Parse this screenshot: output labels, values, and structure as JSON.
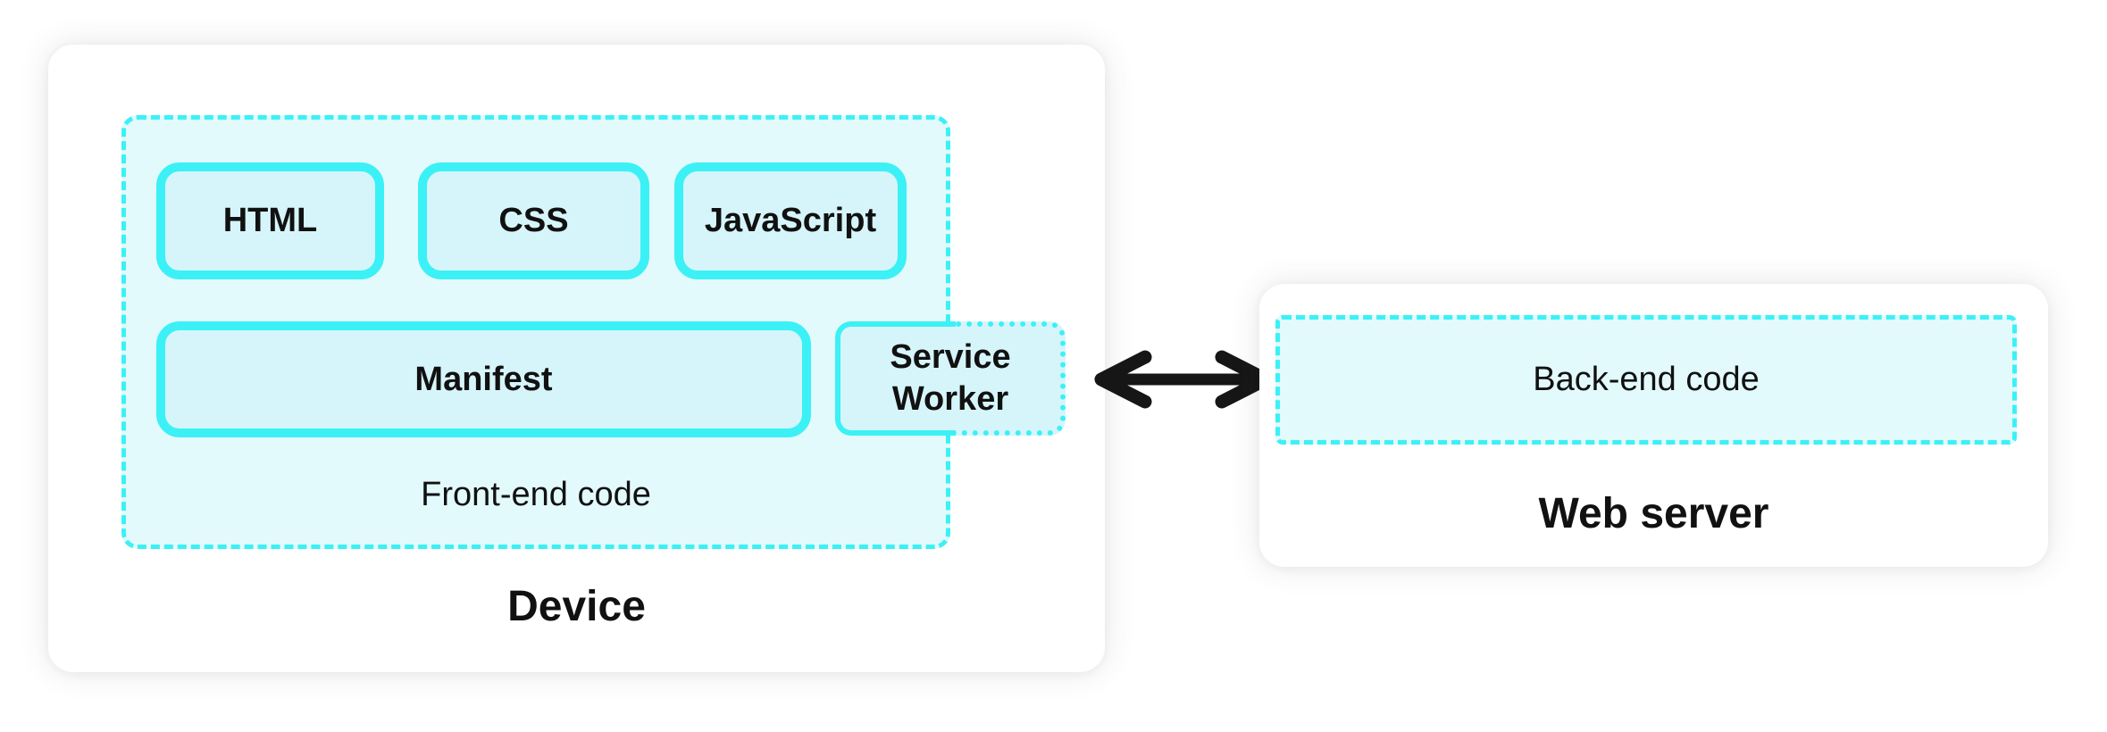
{
  "colors": {
    "accent_cyan": "#3BF1F6",
    "panel_fill": "#E3FAFD",
    "chip_fill": "#D6F5FA",
    "card_background": "#FFFFFF",
    "text": "#111111",
    "arrow": "#161616"
  },
  "device": {
    "title": "Device",
    "frontend": {
      "label": "Front-end code",
      "tech_boxes": [
        "HTML",
        "CSS",
        "JavaScript"
      ],
      "manifest_label": "Manifest",
      "service_worker_label": "Service Worker"
    }
  },
  "connection": {
    "arrow_icon": "double-headed-arrow"
  },
  "web_server": {
    "title": "Web server",
    "backend_label": "Back-end code"
  }
}
